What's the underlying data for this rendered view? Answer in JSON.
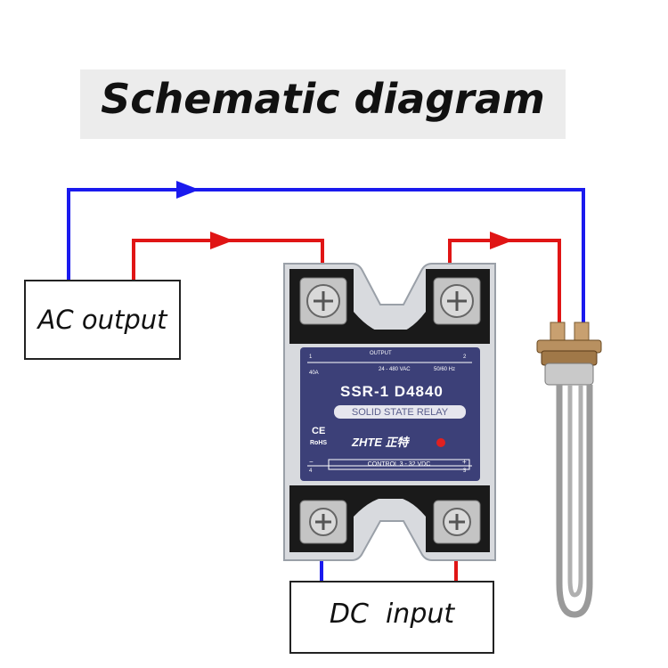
{
  "title": "Schematic diagram",
  "ac_box": {
    "label": "AC output"
  },
  "dc_box": {
    "label": "DC  input"
  },
  "relay": {
    "model": "SSR-1 D4840",
    "banner": "SOLID STATE RELAY",
    "output_label": "OUTPUT",
    "voltage_range": "24 - 480 VAC",
    "frequency": "50/60 Hz",
    "terminal_1": "1",
    "terminal_2": "2",
    "terminal_3": "3",
    "terminal_4": "4",
    "current": "40A",
    "ce_mark": "CE",
    "rohs_mark": "RoHS",
    "brand": "ZHTE 正特",
    "control": "CONTROL 3 - 32 VDC",
    "minus": "−",
    "plus": "+"
  },
  "colors": {
    "blue_wire": "#1a1aee",
    "red_wire": "#e01515",
    "relay_face": "#3c4078",
    "relay_body": "#1a1a1a"
  }
}
